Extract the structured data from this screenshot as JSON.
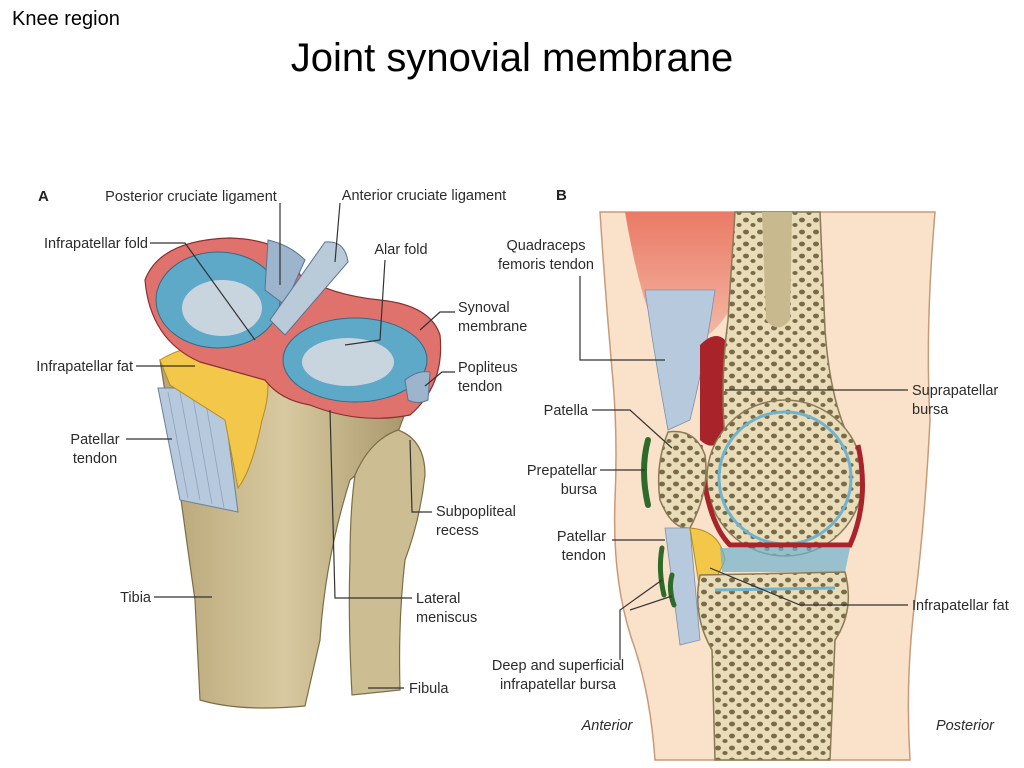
{
  "slide": {
    "corner_label": "Knee region",
    "title": "Joint synovial membrane"
  },
  "panel_a": {
    "letter": "A",
    "labels": {
      "pcl": "Posterior cruciate ligament",
      "acl": "Anterior cruciate ligament",
      "infrapatellar_fold": "Infrapatellar fold",
      "alar_fold": "Alar fold",
      "synovial_membrane_1": "Synoval",
      "synovial_membrane_2": "membrane",
      "infrapatellar_fat": "Infrapatellar fat",
      "popliteus_1": "Popliteus",
      "popliteus_2": "tendon",
      "patellar_tendon_1": "Patellar",
      "patellar_tendon_2": "tendon",
      "subpopliteal_1": "Subpopliteal",
      "subpopliteal_2": "recess",
      "tibia": "Tibia",
      "lateral_meniscus_1": "Lateral",
      "lateral_meniscus_2": "meniscus",
      "fibula": "Fibula"
    }
  },
  "panel_b": {
    "letter": "B",
    "labels": {
      "quadriceps_1": "Quadraceps",
      "quadriceps_2": "femoris tendon",
      "suprapatellar_1": "Suprapatellar",
      "suprapatellar_2": "bursa",
      "patella": "Patella",
      "prepatellar_1": "Prepatellar",
      "prepatellar_2": "bursa",
      "patellar_tendon_1": "Patellar",
      "patellar_tendon_2": "tendon",
      "infrapatellar_fat": "Infrapatellar fat",
      "deep_bursa_1": "Deep and superficial",
      "deep_bursa_2": "infrapatellar bursa",
      "anterior": "Anterior",
      "posterior": "Posterior"
    }
  },
  "colors": {
    "bone": "#c9b98f",
    "bone_dark": "#a8966a",
    "synovium": "#e0726e",
    "cartilage_blue": "#6fb3cf",
    "fat_yellow": "#f3c84a",
    "tendon_blue": "#a9c2da",
    "muscle": "#eb8a78",
    "skin": "#f9e2c9",
    "bursa_red": "#a8232a",
    "bursa_green": "#2e6b2a"
  }
}
